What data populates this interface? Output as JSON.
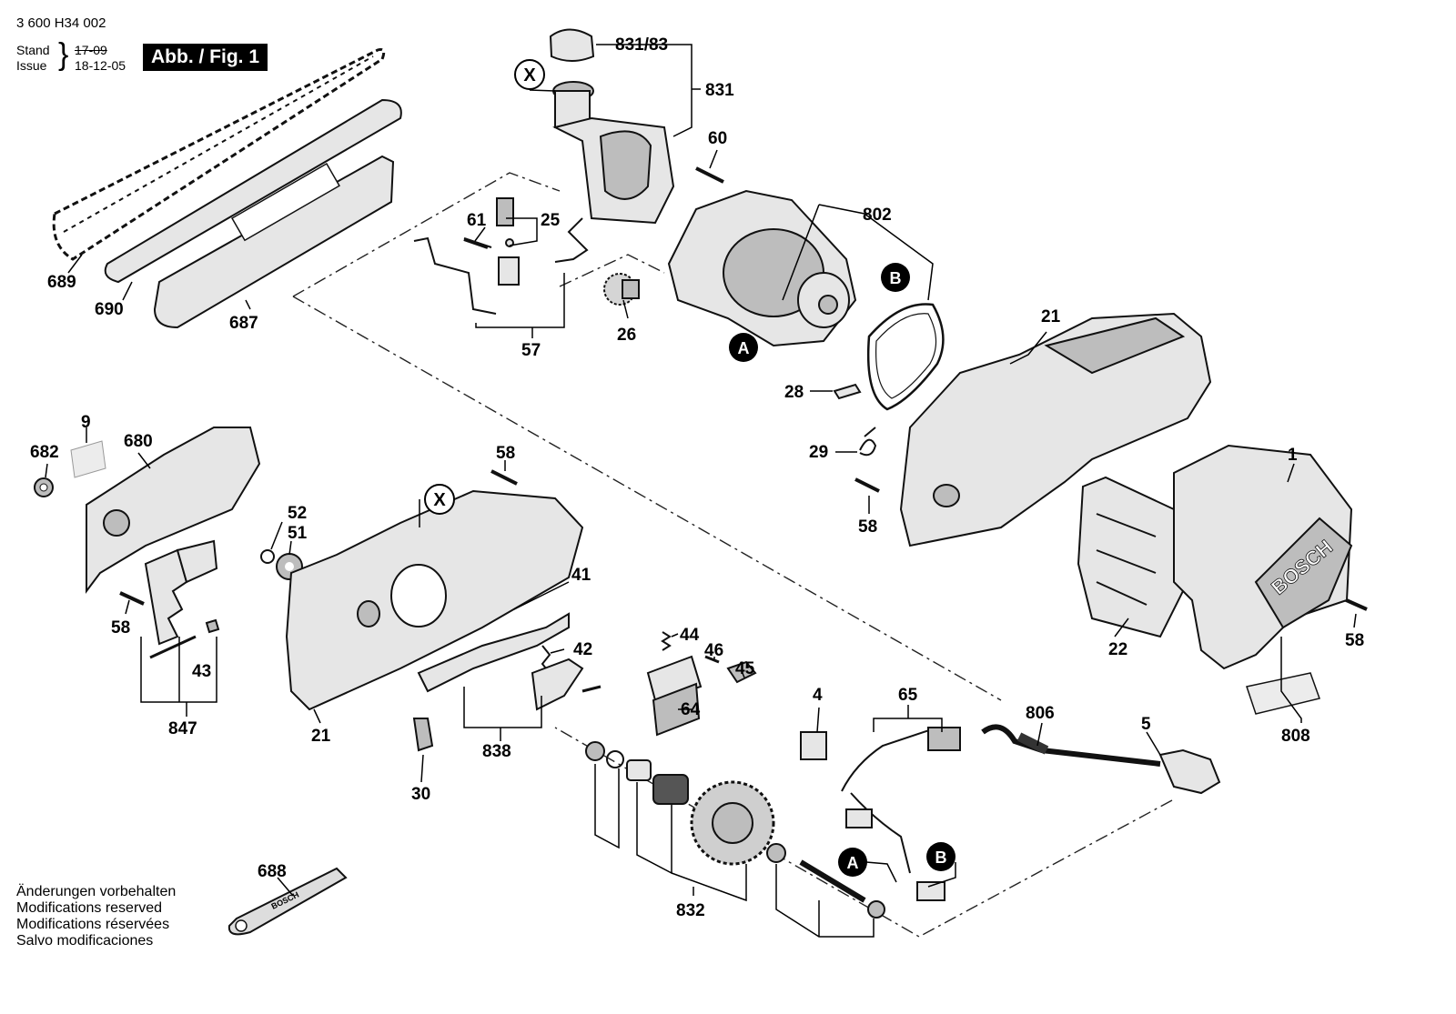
{
  "header": {
    "doc_number": "3 600 H34 002",
    "stand_label": "Stand",
    "issue_label": "Issue",
    "stand_value_old": "17-09",
    "issue_value": "18-12-05",
    "figure_label": "Abb. / Fig. 1"
  },
  "footer": {
    "lines": [
      "Änderungen vorbehalten",
      "Modifications reserved",
      "Modifications réservées",
      "Salvo modificaciones"
    ]
  },
  "markers": {
    "a": "A",
    "b": "B",
    "x": "X"
  },
  "brand_logo_text": "BOSCH",
  "wrench_logo_text": "BOSCH",
  "callouts": {
    "c_831_83": "831/83",
    "c_831": "831",
    "c_60": "60",
    "c_802": "802",
    "c_61": "61",
    "c_25": "25",
    "c_689": "689",
    "c_690": "690",
    "c_687": "687",
    "c_57": "57",
    "c_26": "26",
    "c_21_top": "21",
    "c_28": "28",
    "c_29": "29",
    "c_58_right": "58",
    "c_1": "1",
    "c_9": "9",
    "c_682": "682",
    "c_680": "680",
    "c_58_center": "58",
    "c_52": "52",
    "c_51": "51",
    "c_58_left": "58",
    "c_43": "43",
    "c_847": "847",
    "c_21_bottom": "21",
    "c_41": "41",
    "c_42": "42",
    "c_838": "838",
    "c_30": "30",
    "c_44": "44",
    "c_46": "46",
    "c_45": "45",
    "c_64": "64",
    "c_22": "22",
    "c_58_far_right": "58",
    "c_808": "808",
    "c_4": "4",
    "c_65": "65",
    "c_806": "806",
    "c_5": "5",
    "c_832": "832",
    "c_688": "688"
  }
}
